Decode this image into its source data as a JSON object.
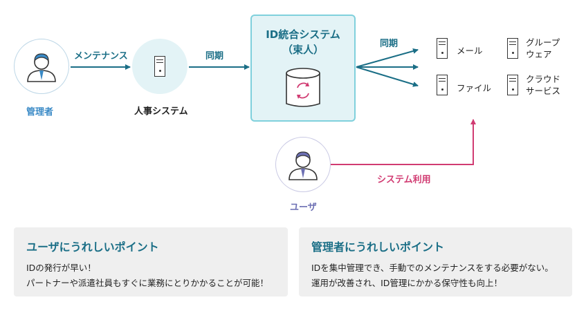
{
  "diagram": {
    "admin": {
      "label": "管理者"
    },
    "maintenance_arrow": {
      "label": "メンテナンス"
    },
    "hr_system": {
      "label": "人事システム"
    },
    "sync_arrow_1": {
      "label": "同期"
    },
    "id_system": {
      "title_line1": "ID統合システム",
      "title_line2": "（束人）"
    },
    "sync_arrow_2": {
      "label": "同期"
    },
    "services": [
      {
        "label": "メール"
      },
      {
        "label": "グループ\nウェア"
      },
      {
        "label": "ファイル"
      },
      {
        "label": "クラウド\nサービス"
      }
    ],
    "user": {
      "label": "ユーザ"
    },
    "usage_arrow": {
      "label": "システム利用"
    }
  },
  "panels": {
    "user_benefits": {
      "title": "ユーザにうれしいポイント",
      "lines": [
        "IDの発行が早い！",
        "パートナーや派遣社員もすぐに業務にとりかかることが可能！"
      ]
    },
    "admin_benefits": {
      "title": "管理者にうれしいポイント",
      "lines": [
        "IDを集中管理でき、手動でのメンテナンスをする必要がない。",
        "運用が改善され、ID管理にかかる保守性も向上！"
      ]
    }
  },
  "colors": {
    "teal": "#1a6e86",
    "light_teal_circle": "#e3f3f6",
    "admin_blue": "#3a8ac6",
    "user_purple": "#6c6fb3",
    "usage_pink": "#d13b72",
    "panel_bg": "#efefef"
  }
}
